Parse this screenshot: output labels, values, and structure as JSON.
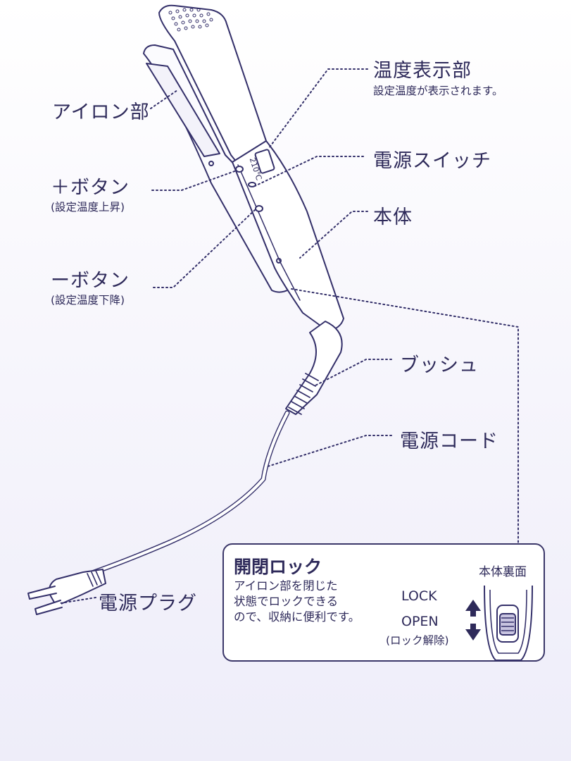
{
  "labels": {
    "temp_display": "温度表示部",
    "temp_display_note": "設定温度が表示されます。",
    "iron_part": "アイロン部",
    "power_switch": "電源スイッチ",
    "plus_button": "＋ボタン",
    "plus_button_note": "(設定温度上昇)",
    "body": "本体",
    "minus_button": "ーボタン",
    "minus_button_note": "(設定温度下降)",
    "bush": "ブッシュ",
    "power_cord": "電源コード",
    "power_plug": "電源プラグ"
  },
  "display_reading": "210℃",
  "lock_panel": {
    "title": "開閉ロック",
    "description": [
      "アイロン部を閉じた",
      "状態でロックできる",
      "ので、収納に便利です。"
    ],
    "back_label": "本体裏面",
    "lock_label": "LOCK",
    "open_label": "OPEN",
    "open_note": "(ロック解除)"
  },
  "colors": {
    "line": "#34306a",
    "text": "#2e2a5a",
    "background_bottom": "#eeedf9",
    "slider_fill": "#c8c4e0"
  }
}
